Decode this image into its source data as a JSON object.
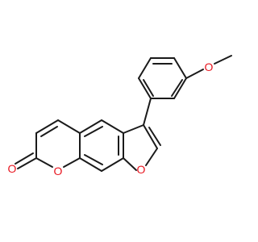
{
  "structure": {
    "atoms": [
      {
        "label": "O",
        "color": "#e8141e"
      },
      {
        "label": "O",
        "color": "#e8141e"
      },
      {
        "label": "O",
        "color": "#e8141e"
      },
      {
        "label": "O",
        "color": "#e8141e"
      }
    ]
  }
}
